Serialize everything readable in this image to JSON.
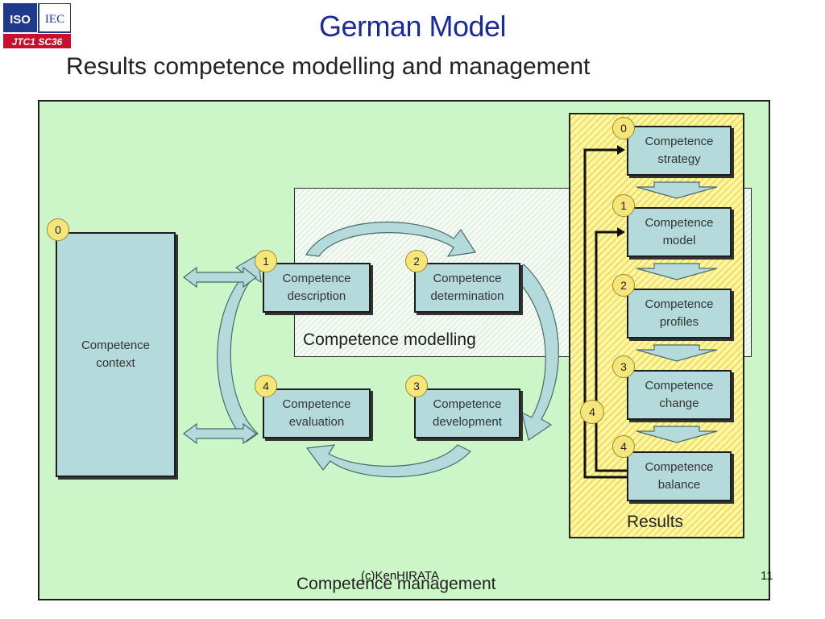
{
  "slide": {
    "title": "German Model",
    "subtitle": "Results competence modelling and management",
    "logo": {
      "iso": "ISO",
      "iec": "IEC",
      "jtc": "JTC1 SC36"
    }
  },
  "diagram": {
    "context": {
      "badge": "0",
      "label": "Competence\ncontext"
    },
    "modelling": {
      "label": "Competence modelling",
      "steps": [
        {
          "badge": "1",
          "label": "Competence\ndescription"
        },
        {
          "badge": "2",
          "label": "Competence\ndetermination"
        },
        {
          "badge": "3",
          "label": "Competence\ndevelopment"
        },
        {
          "badge": "4",
          "label": "Competence\nevaluation"
        }
      ]
    },
    "management_label": "Competence management",
    "results": {
      "label": "Results",
      "feedback_badge": "4",
      "items": [
        {
          "badge": "0",
          "label": "Competence\nstrategy"
        },
        {
          "badge": "1",
          "label": "Competence\nmodel"
        },
        {
          "badge": "2",
          "label": "Competence\nprofiles"
        },
        {
          "badge": "3",
          "label": "Competence\nchange"
        },
        {
          "badge": "4",
          "label": "Competence\nbalance"
        }
      ]
    }
  },
  "footer": {
    "copyright": "(c)KenHIRATA",
    "page_number": "11"
  },
  "colors": {
    "title": "#1a2a9c",
    "management_bg": "#ccf5c8",
    "box_fill": "#b4dadb",
    "badge_fill": "#f6e67a",
    "results_fill": "#fff6a8",
    "arrow_fill": "#b4dadb"
  }
}
